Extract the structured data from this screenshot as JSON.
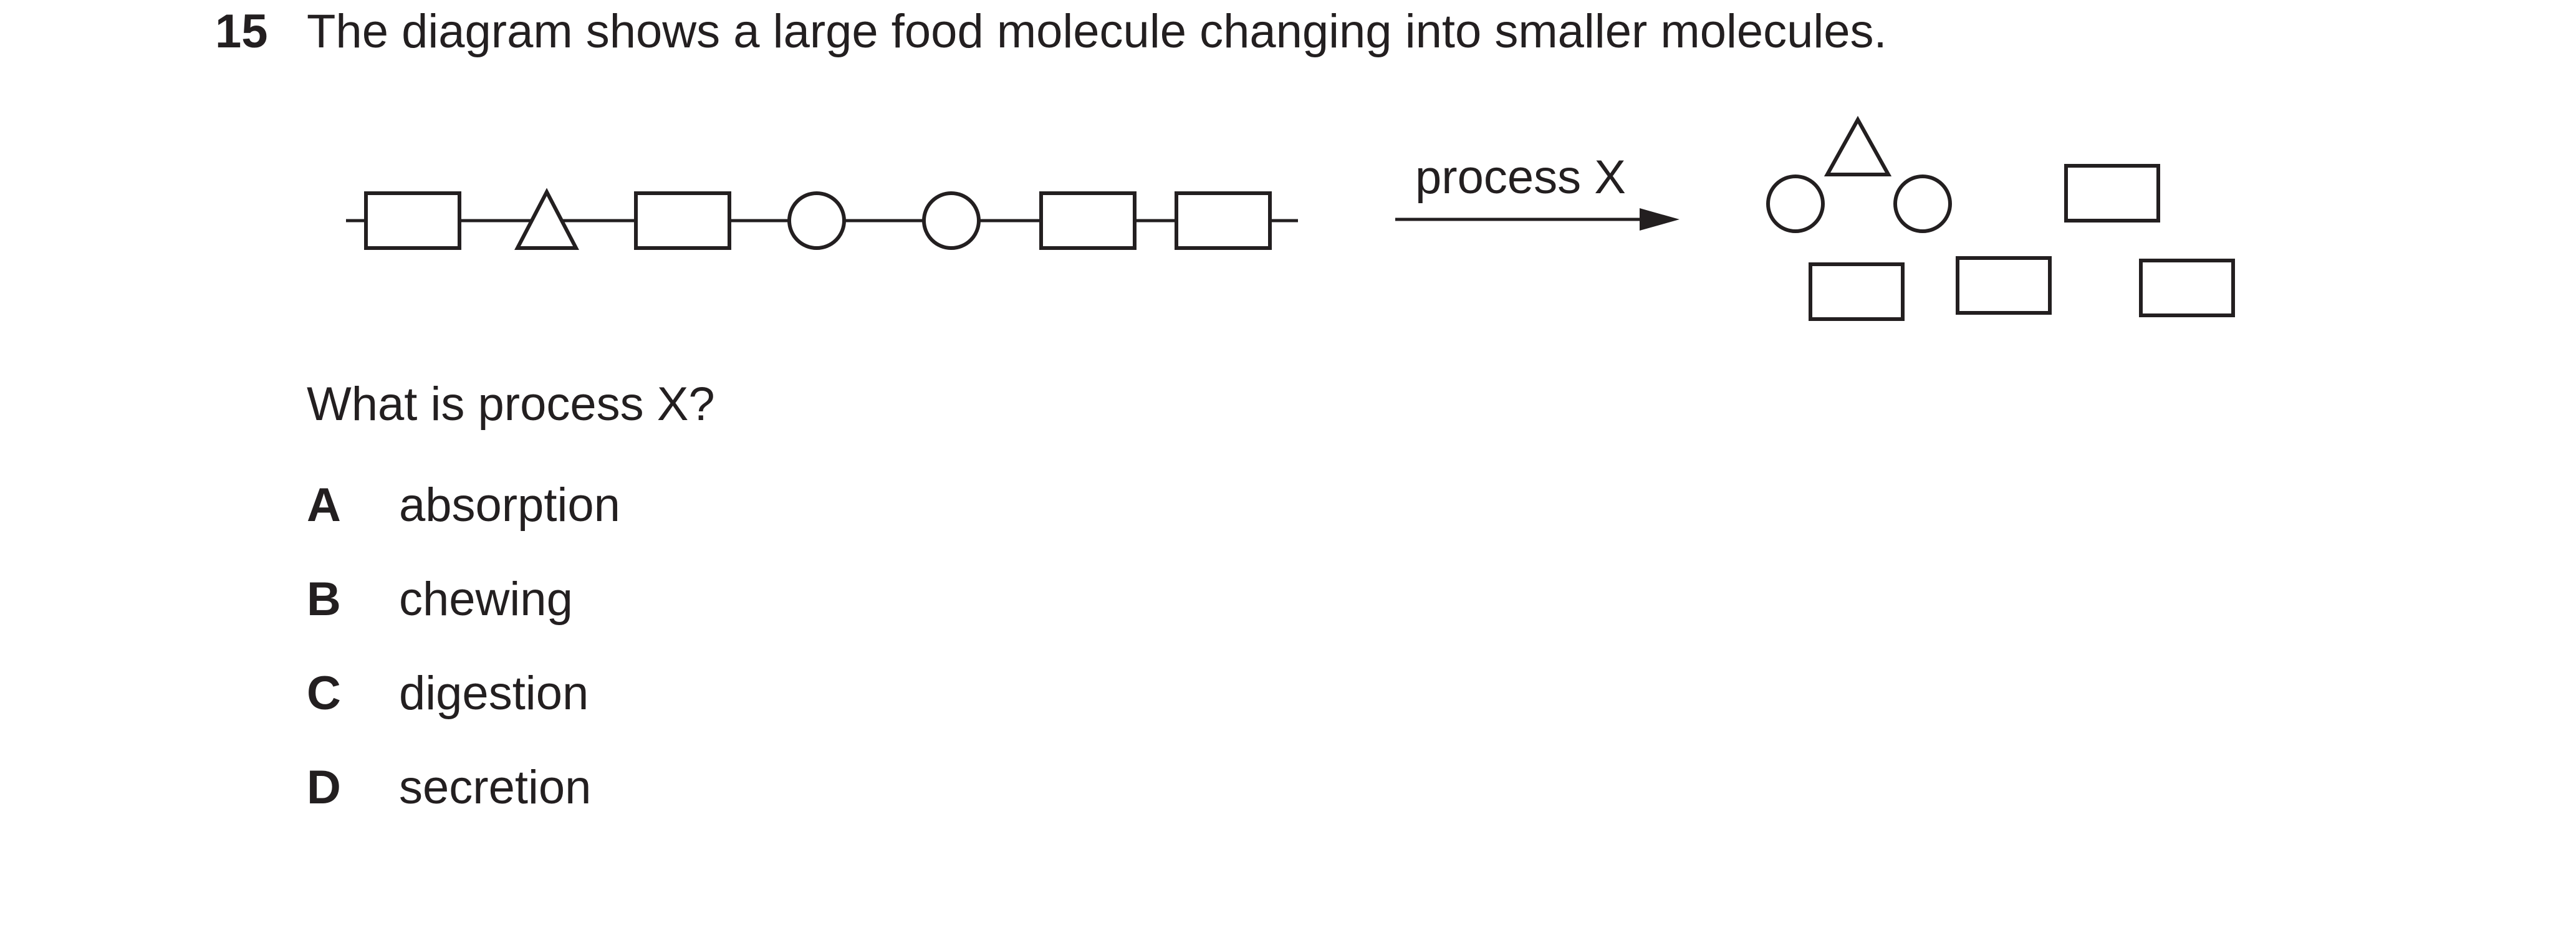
{
  "question": {
    "number": "15",
    "stem": "The diagram shows a large food molecule changing into smaller molecules.",
    "prompt": "What is process X?"
  },
  "diagram": {
    "arrow_label": "process X",
    "chain_units": [
      "rectangle",
      "triangle",
      "rectangle",
      "circle",
      "circle",
      "rectangle",
      "rectangle"
    ],
    "products": [
      "circle",
      "triangle",
      "circle",
      "rectangle",
      "rectangle",
      "rectangle",
      "rectangle"
    ]
  },
  "options": [
    {
      "letter": "A",
      "text": "absorption"
    },
    {
      "letter": "B",
      "text": "chewing"
    },
    {
      "letter": "C",
      "text": "digestion"
    },
    {
      "letter": "D",
      "text": "secretion"
    }
  ]
}
